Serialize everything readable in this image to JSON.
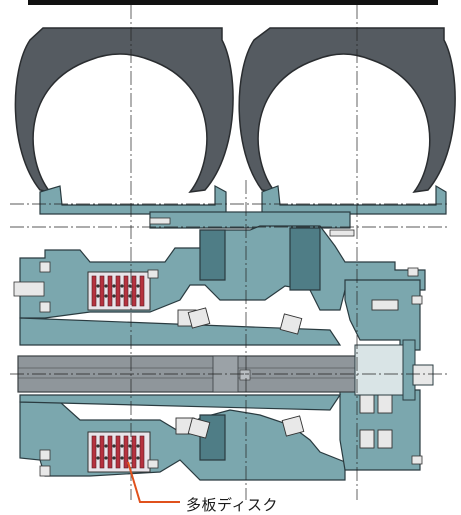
{
  "callout": {
    "label": "多板ディスク"
  },
  "colors": {
    "tire": "#555b61",
    "tire_outline": "#2a2d30",
    "housing": "#7ba7ae",
    "housing_dark": "#4f7d86",
    "shaft": "#8f969b",
    "disk_pack": "#b5323f",
    "bearing": "#e8e8e8",
    "leader": "#e0511c",
    "center_line": "#222222"
  },
  "icons": {
    "tire_left": "tire-cross-section",
    "tire_right": "tire-cross-section",
    "disk_top": "multi-plate-disk",
    "disk_bottom": "multi-plate-disk"
  }
}
